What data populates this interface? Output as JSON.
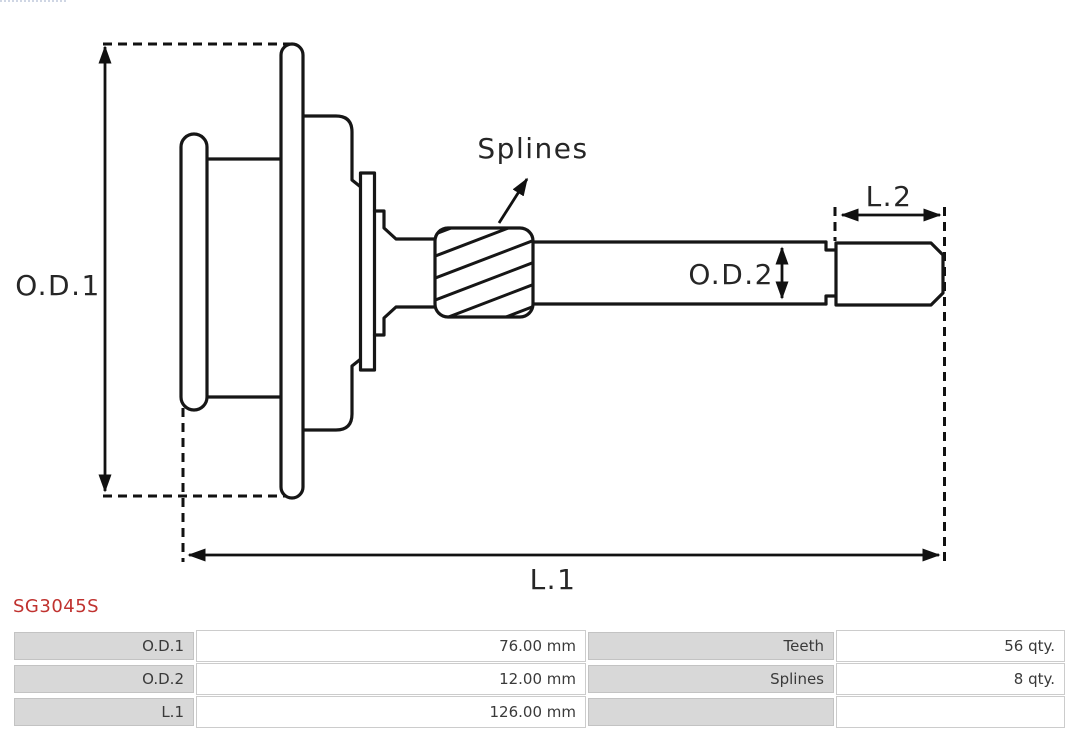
{
  "brand": {
    "accent_red": "#c0322f"
  },
  "diagram": {
    "line_color": "#161616",
    "labels": {
      "od1": "O.D.1",
      "od2": "O.D.2",
      "l1": "L.1",
      "l2": "L.2",
      "splines": "Splines"
    }
  },
  "part_number": "SG3045S",
  "spec_table": {
    "label_bg": "#d8d8d8",
    "border_color": "#cccccc",
    "rows": [
      {
        "param": "O.D.1",
        "value": "76.00 mm",
        "param2": "Teeth",
        "value2": "56 qty."
      },
      {
        "param": "O.D.2",
        "value": "12.00 mm",
        "param2": "Splines",
        "value2": "8 qty."
      },
      {
        "param": "L.1",
        "value": "126.00 mm",
        "param2": "",
        "value2": ""
      }
    ]
  }
}
